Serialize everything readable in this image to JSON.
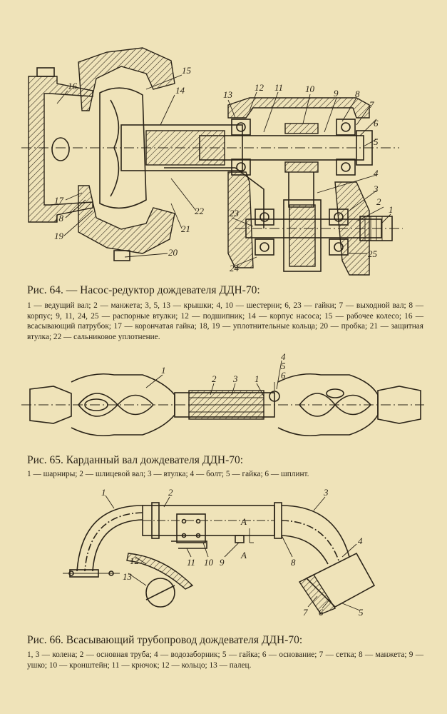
{
  "fig64": {
    "caption": "Рис. 64. — Насос-редуктор дождевателя ДДН-70:",
    "legend": "1 — ведущий вал; 2 — манжета; 3, 5, 13 — крышки; 4, 10 — шестерни; 6, 23 — гайки; 7 — выходной вал; 8 — корпус; 9, 11, 24, 25 — распорные втулки; 12 — подшипник; 14 — корпус насоса; 15 — рабочее колесо; 16 — всасывающий патрубок; 17 — корончатая гайка; 18, 19 — уплотнительные кольца; 20 — пробка; 21 — защитная втулка; 22 — сальниковое уплотнение.",
    "labels": [
      "1",
      "2",
      "3",
      "4",
      "5",
      "6",
      "7",
      "8",
      "9",
      "10",
      "11",
      "12",
      "13",
      "14",
      "15",
      "16",
      "17",
      "18",
      "19",
      "20",
      "21",
      "22",
      "23",
      "24",
      "25"
    ]
  },
  "fig65": {
    "caption": "Рис. 65. Карданный вал дождевателя ДДН-70:",
    "legend": "1 — шарниры; 2 — шлицевой вал; 3 — втулка; 4 — болт; 5 — гайка; 6 — шплинт.",
    "labels": [
      "1",
      "2",
      "3",
      "1",
      "4",
      "5",
      "6"
    ]
  },
  "fig66": {
    "caption": "Рис. 66. Всасывающий трубопровод дождевателя ДДН-70:",
    "legend": "1, 3 — колена; 2 — основная труба; 4 — водозаборник; 5 — гайка; 6 — основание; 7 — сетка; 8 — манжета; 9 — ушко; 10 — кронштейн; 11 — крючок; 12 — кольцо; 13 — палец.",
    "labels": [
      "1",
      "2",
      "3",
      "4",
      "5",
      "6",
      "7",
      "8",
      "9",
      "10",
      "11",
      "12",
      "13",
      "А",
      "А"
    ]
  }
}
